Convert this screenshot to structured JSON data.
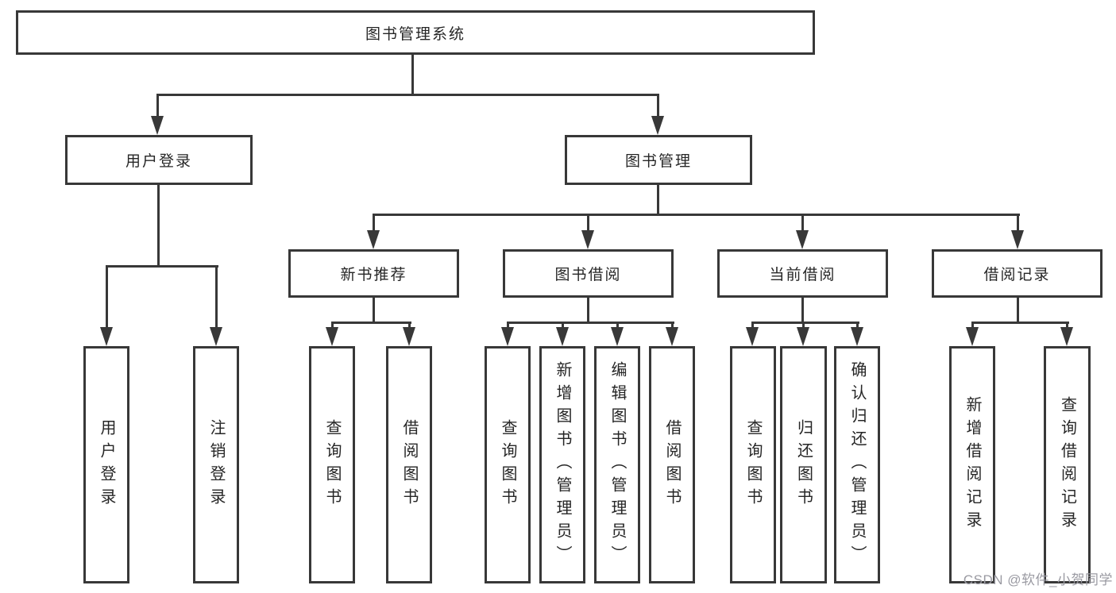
{
  "diagram": {
    "root": "图书管理系统",
    "level2": [
      "用户登录",
      "图书管理"
    ],
    "level3": [
      "新书推荐",
      "图书借阅",
      "当前借阅",
      "借阅记录"
    ],
    "leaves": [
      "用户登录",
      "注销登录",
      "查询图书",
      "借阅图书",
      "查询图书",
      "新增图书（管理员）",
      "编辑图书（管理员）",
      "借阅图书",
      "查询图书",
      "归还图书",
      "确认归还（管理员）",
      "新增借阅记录",
      "查询借阅记录"
    ]
  },
  "watermark": "CSDN @软件_小贺同学",
  "colors": {
    "line": "#383838",
    "text": "#262626",
    "watermark": "#9a9aa2",
    "background": "#ffffff"
  }
}
